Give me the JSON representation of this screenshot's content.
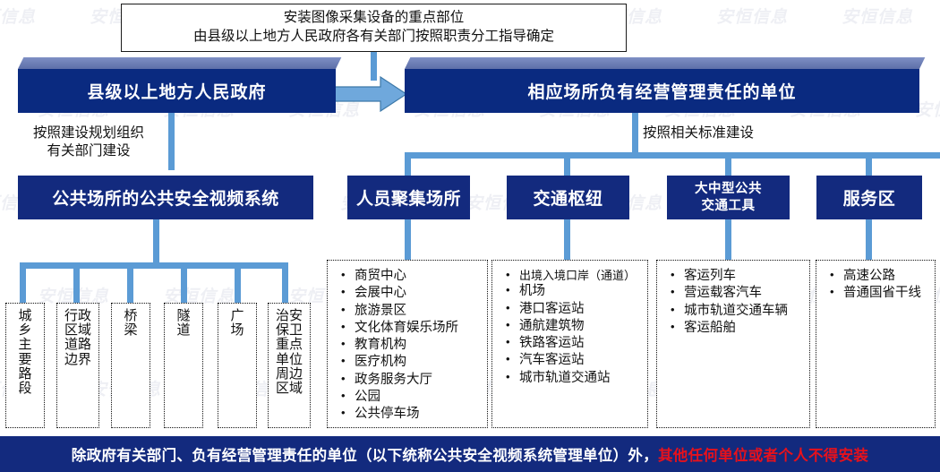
{
  "watermark": {
    "text": "安恒信息"
  },
  "colors": {
    "navy": "#0A2A80",
    "navy_flat": "#132A7E",
    "bevel": "#5D6FA9",
    "connector": "#5B9BD5",
    "banner_bg": "#132A7E",
    "banner_highlight": "#E8111B"
  },
  "callout": {
    "line1": "安装图像采集设备的重点部位",
    "line2": "由县级以上地方人民政府各有关部门按照职责分工指导确定"
  },
  "top_boxes": {
    "left": {
      "title": "县级以上地方人民政府"
    },
    "right": {
      "title": "相应场所负有经营管理责任的单位"
    }
  },
  "edge_labels": {
    "left": {
      "line1": "按照建设规划组织",
      "line2": "有关部门建设"
    },
    "right": {
      "line1": "按照相关标准建设"
    }
  },
  "second_row": [
    {
      "name": "public-video-system",
      "title": "公共场所的公共安全视频系统",
      "size": "big"
    },
    {
      "name": "crowd-gathering-places",
      "title": "人员聚集场所",
      "size": "big"
    },
    {
      "name": "transport-hub",
      "title": "交通枢纽",
      "size": "big"
    },
    {
      "name": "public-transport-vehicles",
      "title_line1": "大中型公共",
      "title_line2": "交通工具",
      "size": "small"
    },
    {
      "name": "service-area",
      "title": "服务区",
      "size": "big"
    }
  ],
  "leaf_boxes": [
    {
      "name": "urban-rural-main-roads",
      "text": "城乡主要路段"
    },
    {
      "name": "administrative-road-boundary",
      "text": "行政区域道路边界"
    },
    {
      "name": "bridges",
      "text": "桥梁"
    },
    {
      "name": "tunnels",
      "text": "隧道"
    },
    {
      "name": "squares",
      "text": "广场"
    },
    {
      "name": "security-key-units-perimeter",
      "text": "治安保卫重点单位周边区域"
    }
  ],
  "panels": [
    {
      "name": "crowd-gathering-list",
      "items": [
        "商贸中心",
        "会展中心",
        "旅游景区",
        "文化体育娱乐场所",
        "教育机构",
        "医疗机构",
        "政务服务大厅",
        "公园",
        "公共停车场"
      ]
    },
    {
      "name": "transport-hub-list",
      "items": [
        "出境入境口岸（通道）",
        "机场",
        "港口客运站",
        "通航建筑物",
        "铁路客运站",
        "汽车客运站",
        "城市轨道交通站"
      ]
    },
    {
      "name": "public-transport-list",
      "items": [
        "客运列车",
        "营运载客汽车",
        "城市轨道交通车辆",
        "客运船舶"
      ]
    },
    {
      "name": "service-area-list",
      "items": [
        "高速公路",
        "普通国省干线"
      ]
    }
  ],
  "banner": {
    "normal_text": "除政府有关部门、负有经营管理责任的单位（以下统称公共安全视频系统管理单位）外，",
    "highlight_text": "其他任何单位或者个人不得安装"
  }
}
